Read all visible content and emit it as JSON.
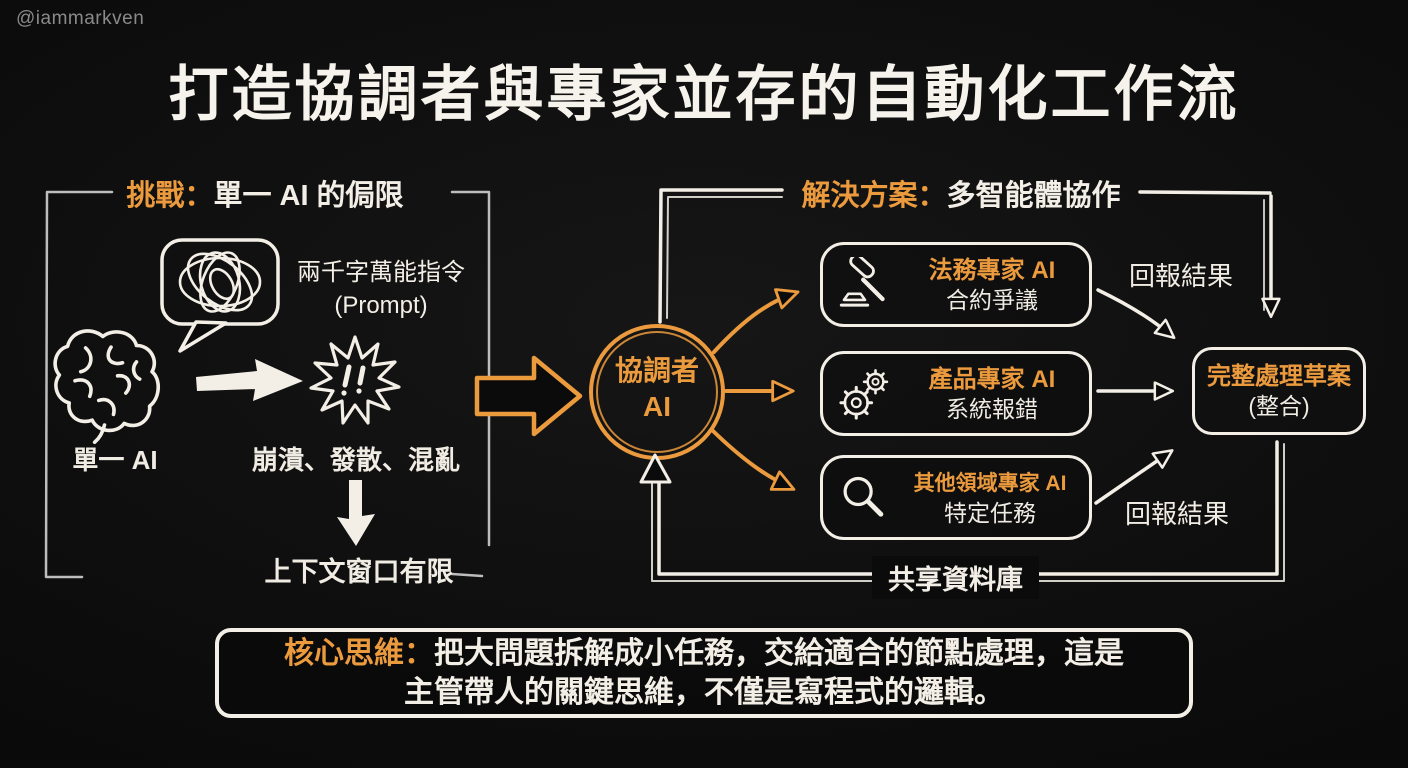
{
  "watermark": "@iammarkven",
  "title": "打造協調者與專家並存的自動化工作流",
  "colors": {
    "background": "#0b0b0b",
    "accent_orange": "#eb9a3d",
    "text_white": "#f3efe7",
    "frame_gray": "#bdbdbd",
    "watermark_gray": "#8a8a8a"
  },
  "challenge": {
    "heading_label": "挑戰：",
    "heading_rest": "單一 AI 的侷限",
    "bubble": {
      "icon": "scribble-tangle-icon",
      "line1": "兩千字萬能指令",
      "line2": "(Prompt)"
    },
    "brain": {
      "icon": "brain-icon",
      "label": "單一 AI"
    },
    "explosion": {
      "icon": "explosion-icon",
      "label": "崩潰、發散、混亂"
    },
    "limitation": "上下文窗口有限"
  },
  "solution": {
    "heading_label": "解決方案：",
    "heading_rest": "多智能體協作",
    "coordinator": {
      "line1": "協調者",
      "line2": "AI"
    },
    "experts": [
      {
        "icon": "gavel-icon",
        "title": "法務專家 AI",
        "subtitle": "合約爭議"
      },
      {
        "icon": "gears-icon",
        "title": "產品專家 AI",
        "subtitle": "系統報錯"
      },
      {
        "icon": "magnifier-icon",
        "title": "其他領域專家 AI",
        "subtitle": "特定任務"
      }
    ],
    "report_result_top": "回報結果",
    "report_result_bottom": "回報結果",
    "result": {
      "title": "完整處理草案",
      "subtitle": "(整合)"
    },
    "shared_database": "共享資料庫"
  },
  "core_idea": {
    "label": "核心思維：",
    "line1": "把大問題拆解成小任務，交給適合的節點處理，這是",
    "line2": "主管帶人的關鍵思維，不僅是寫程式的邏輯。"
  }
}
